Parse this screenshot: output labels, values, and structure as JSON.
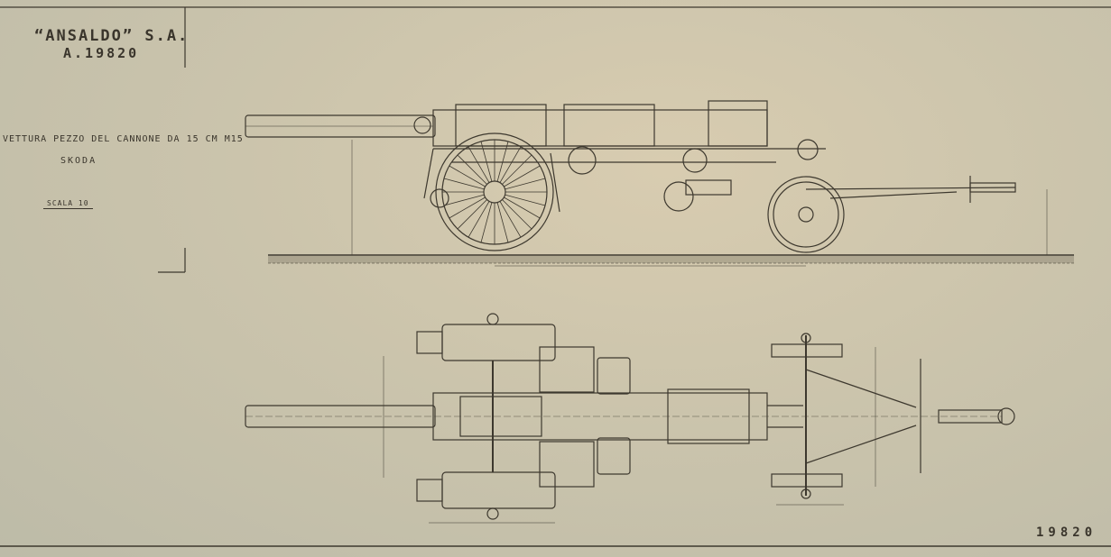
{
  "title_block": {
    "company": "“ANSALDO” S.A.",
    "drawing_number": "A.19820",
    "title": "VETTURA PEZZO DEL CANNONE DA 15 CM M15",
    "maker": "SKODA",
    "scale": "SCALA 10"
  },
  "sheet_number": "19820",
  "colors": {
    "paper": "#cbc4ac",
    "ink": "#3a352c"
  }
}
